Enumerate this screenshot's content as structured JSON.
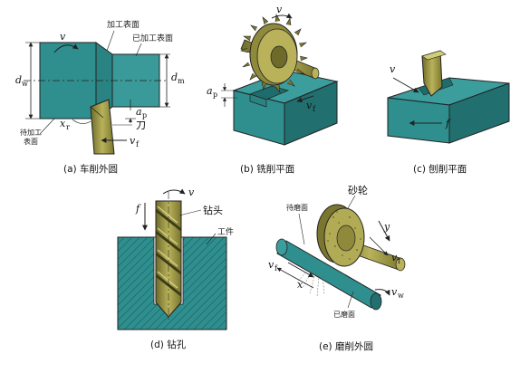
{
  "colors": {
    "workpiece": "#2f8f8f",
    "workpiece_dark": "#1f6c6c",
    "tool": "#8f8a3b",
    "tool_light": "#b9b25a",
    "tool_dark": "#6d6a2a",
    "line": "#222222"
  },
  "panel_a": {
    "caption": "(a) 车削外圆",
    "label_machined": "加工表面",
    "label_finished": "已加工表面",
    "label_unmachined_1": "待加工",
    "label_unmachined_2": "表面",
    "label_tool": "刀",
    "sym_dw": "d",
    "sub_dw": "w",
    "sym_dm": "d",
    "sub_dm": "m",
    "sym_ap": "a",
    "sub_ap": "p",
    "sym_x": "x",
    "sub_x": "r",
    "sym_v": "v",
    "sym_vf": "v",
    "sub_vf": "f"
  },
  "panel_b": {
    "caption": "(b) 铣削平面",
    "sym_v": "v",
    "sym_ap": "a",
    "sub_ap": "p",
    "sym_vf": "v",
    "sub_vf": "f"
  },
  "panel_c": {
    "caption": "(c) 刨削平面",
    "sym_v": "v",
    "sym_f": "f"
  },
  "panel_d": {
    "caption": "(d) 钻孔",
    "label_drill": "钻头",
    "label_work": "工件",
    "sym_f": "f",
    "sym_v": "v"
  },
  "panel_e": {
    "caption": "(e) 磨削外圆",
    "label_wheel": "砂轮",
    "label_to_grind": "待磨面",
    "label_ground": "已磨面",
    "sym_y": "y",
    "sym_vf1": "v",
    "sub_vf1": "f",
    "sym_vf2": "v",
    "sub_vf2": "f",
    "sym_x": "x",
    "sym_vw": "v",
    "sub_vw": "w"
  }
}
